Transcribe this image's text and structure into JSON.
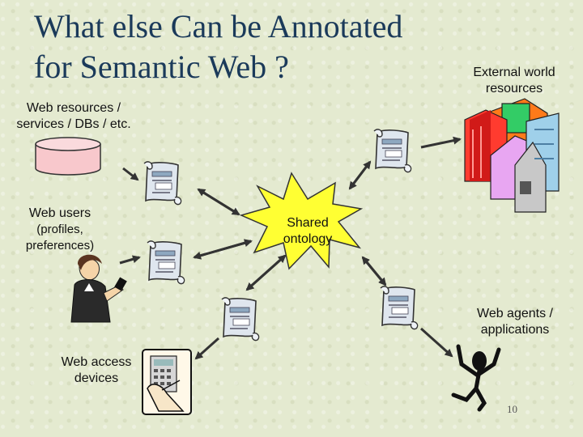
{
  "slide": {
    "title_line1": "What else Can be Annotated",
    "title_line2": "for Semantic Web ?",
    "page_number": "10"
  },
  "labels": {
    "web_resources_line1": "Web resources /",
    "web_resources_line2": "services / DBs / etc.",
    "external_line1": "External world",
    "external_line2": "resources",
    "web_users": "Web users",
    "web_users_sub_line1": "(profiles,",
    "web_users_sub_line2": "preferences)",
    "shared_line1": "Shared",
    "shared_line2": "ontology",
    "agents_line1": "Web agents /",
    "agents_line2": "applications",
    "devices_line1": "Web access",
    "devices_line2": "devices"
  },
  "colors": {
    "title": "#1b3a5a",
    "star_fill": "#ffff33",
    "database_fill": "#f8c8cc",
    "scroll_fill": "#dfe6ee",
    "arrow": "#333333"
  }
}
